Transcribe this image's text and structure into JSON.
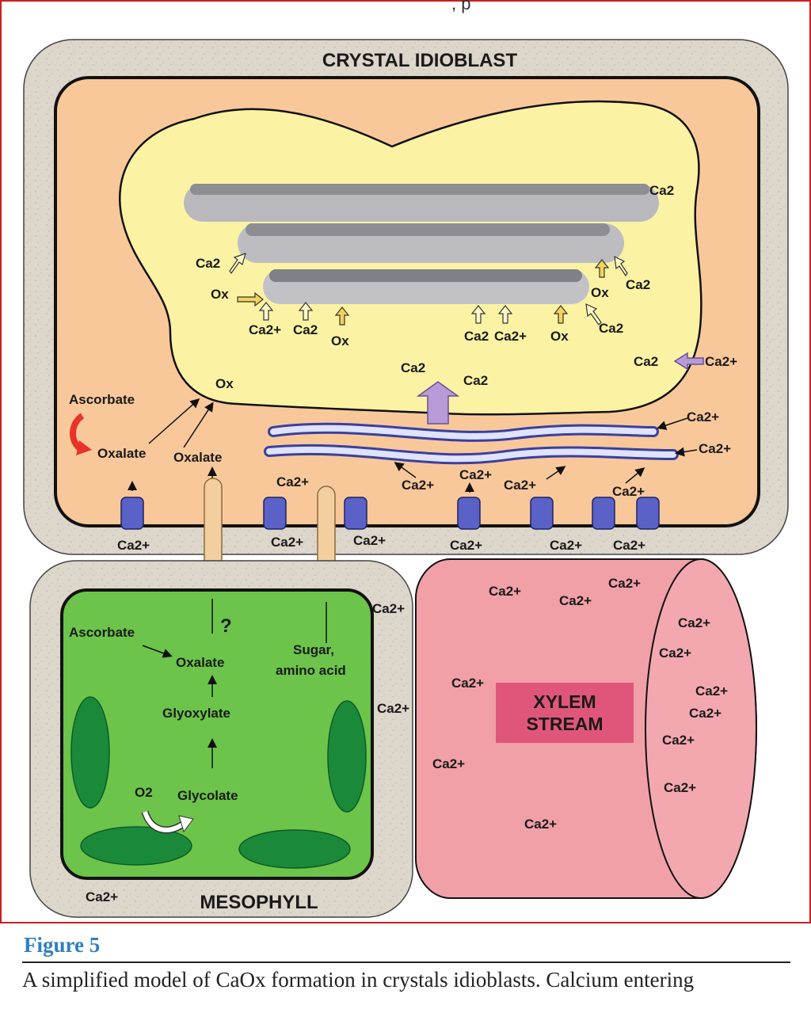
{
  "colors": {
    "idioblast_cytoplasm": "#f9c89a",
    "vacuole": "#fbf3a3",
    "wall": "#ddd6cb",
    "mesophyll": "#6cc44a",
    "chloroplast": "#1a8a3a",
    "xylem": "#f1a0a8",
    "caption_title": "#2f7fbf",
    "ascorbate_arrow": "#e8332a",
    "channel": "#5a62c8",
    "import_arrow": "#b79ad6",
    "border": "#cc1f1f"
  },
  "diagram": {
    "header_fragment": ", p",
    "idioblast_title": "CRYSTAL IDIOBLAST",
    "mesophyll_title": "MESOPHYLL",
    "xylem_title_line1": "XYLEM",
    "xylem_title_line2": "STREAM",
    "ca2": "Ca2",
    "ca2plus": "Ca2+",
    "ox": "Ox",
    "ascorbate": "Ascorbate",
    "oxalate": "Oxalate",
    "glyoxylate": "Glyoxylate",
    "glycolate": "Glycolate",
    "o2": "O2",
    "question": "?",
    "sugar_line1": "Sugar,",
    "sugar_line2": "amino acid"
  },
  "caption": {
    "title": "Figure 5",
    "text": "A simplified model of CaOx formation in crystals idioblasts. Calcium entering"
  }
}
